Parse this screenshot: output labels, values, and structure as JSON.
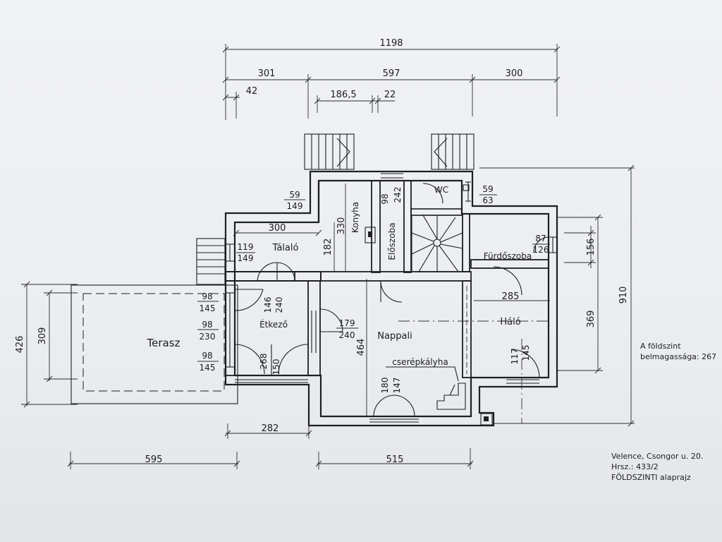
{
  "rooms": {
    "terasz": "Terasz",
    "talalo": "Tálaló",
    "konyha": "Konyha",
    "eloszoba": "Előszoba",
    "wc": "WC",
    "furdoszoba": "Fürdőszoba",
    "etkezo": "Étkező",
    "nappali": "Nappali",
    "halo": "Háló",
    "cserepkalyha": "cserépkályha"
  },
  "dimensions": {
    "top_total": "1198",
    "top_left": "301",
    "top_mid": "597",
    "top_right": "300",
    "top_small_42": "42",
    "top_1865": "186,5",
    "top_22": "22",
    "right_910": "910",
    "right_156": "156",
    "right_369": "369",
    "left_426": "426",
    "left_309": "309",
    "bottom_282": "282",
    "bottom_595": "595",
    "bottom_515": "515",
    "inner_300": "300",
    "inner_330": "330",
    "inner_182": "182",
    "inner_285": "285",
    "inner_464": "464"
  },
  "openings": {
    "o1_top": "59",
    "o1_bot": "149",
    "o2_top": "98",
    "o2_bot": "242",
    "o3_top": "59",
    "o3_bot": "63",
    "o4_top": "87",
    "o4_bot": "126",
    "o5_top": "119",
    "o5_bot": "149",
    "o6_top": "98",
    "o6_bot": "145",
    "o7_top": "98",
    "o7_bot": "230",
    "o8_top": "98",
    "o8_bot": "145",
    "o9_top": "146",
    "o9_bot": "240",
    "o10_top": "179",
    "o10_bot": "240",
    "o11_top": "268",
    "o11_bot": "150",
    "o12_top": "180",
    "o12_bot": "147",
    "o13_top": "117",
    "o13_bot": "145"
  },
  "notes": {
    "height_line1": "A földszint",
    "height_line2": "belmagassága: 267",
    "address": "Velence, Csongor u. 20.",
    "hrsz": "Hrsz.: 433/2",
    "plan_title": "FÖLDSZINTI alaprajz"
  }
}
